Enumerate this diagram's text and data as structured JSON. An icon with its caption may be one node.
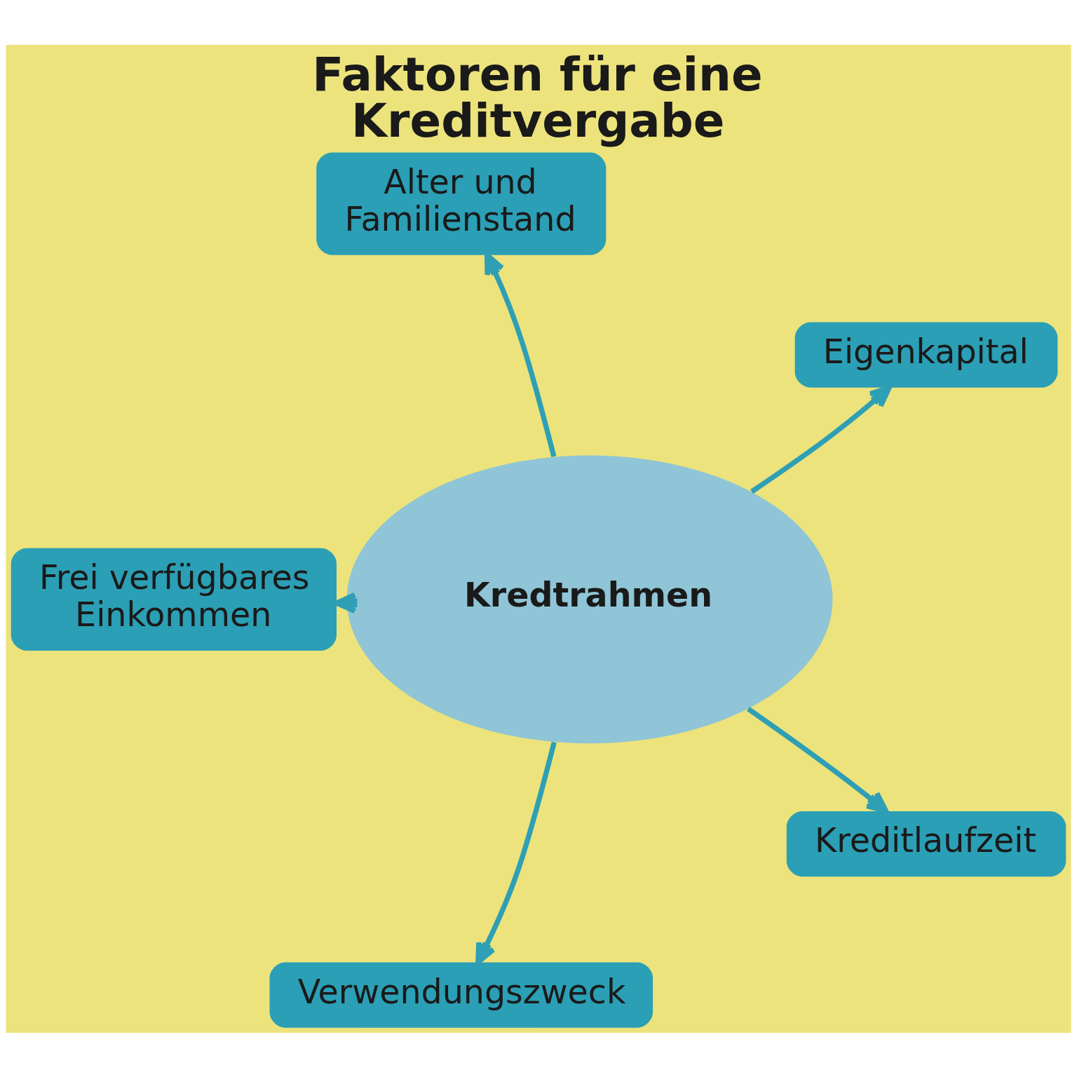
{
  "diagram": {
    "title": "Faktoren für eine Kreditvergabe",
    "nodes": [
      {
        "text": [
          "Kredtrahmen"
        ]
      },
      {
        "text": [
          "Alter und Familienstand"
        ]
      },
      {
        "text": [
          "Eigenkapital"
        ]
      },
      {
        "text": [
          "Kreditlaufzeit"
        ]
      },
      {
        "text": [
          "Frei verfügbares Einkommen"
        ]
      },
      {
        "text": [
          "Verwendungszweck"
        ]
      }
    ],
    "edges": [
      {
        "from": 0,
        "to": 1,
        "arrow": "to"
      },
      {
        "from": 0,
        "to": 2,
        "arrow": "to"
      },
      {
        "from": 0,
        "to": 3,
        "arrow": "to"
      },
      {
        "from": 0,
        "to": 5,
        "arrow": "to"
      },
      {
        "from": 0,
        "to": 4,
        "arrow": "to"
      }
    ]
  }
}
